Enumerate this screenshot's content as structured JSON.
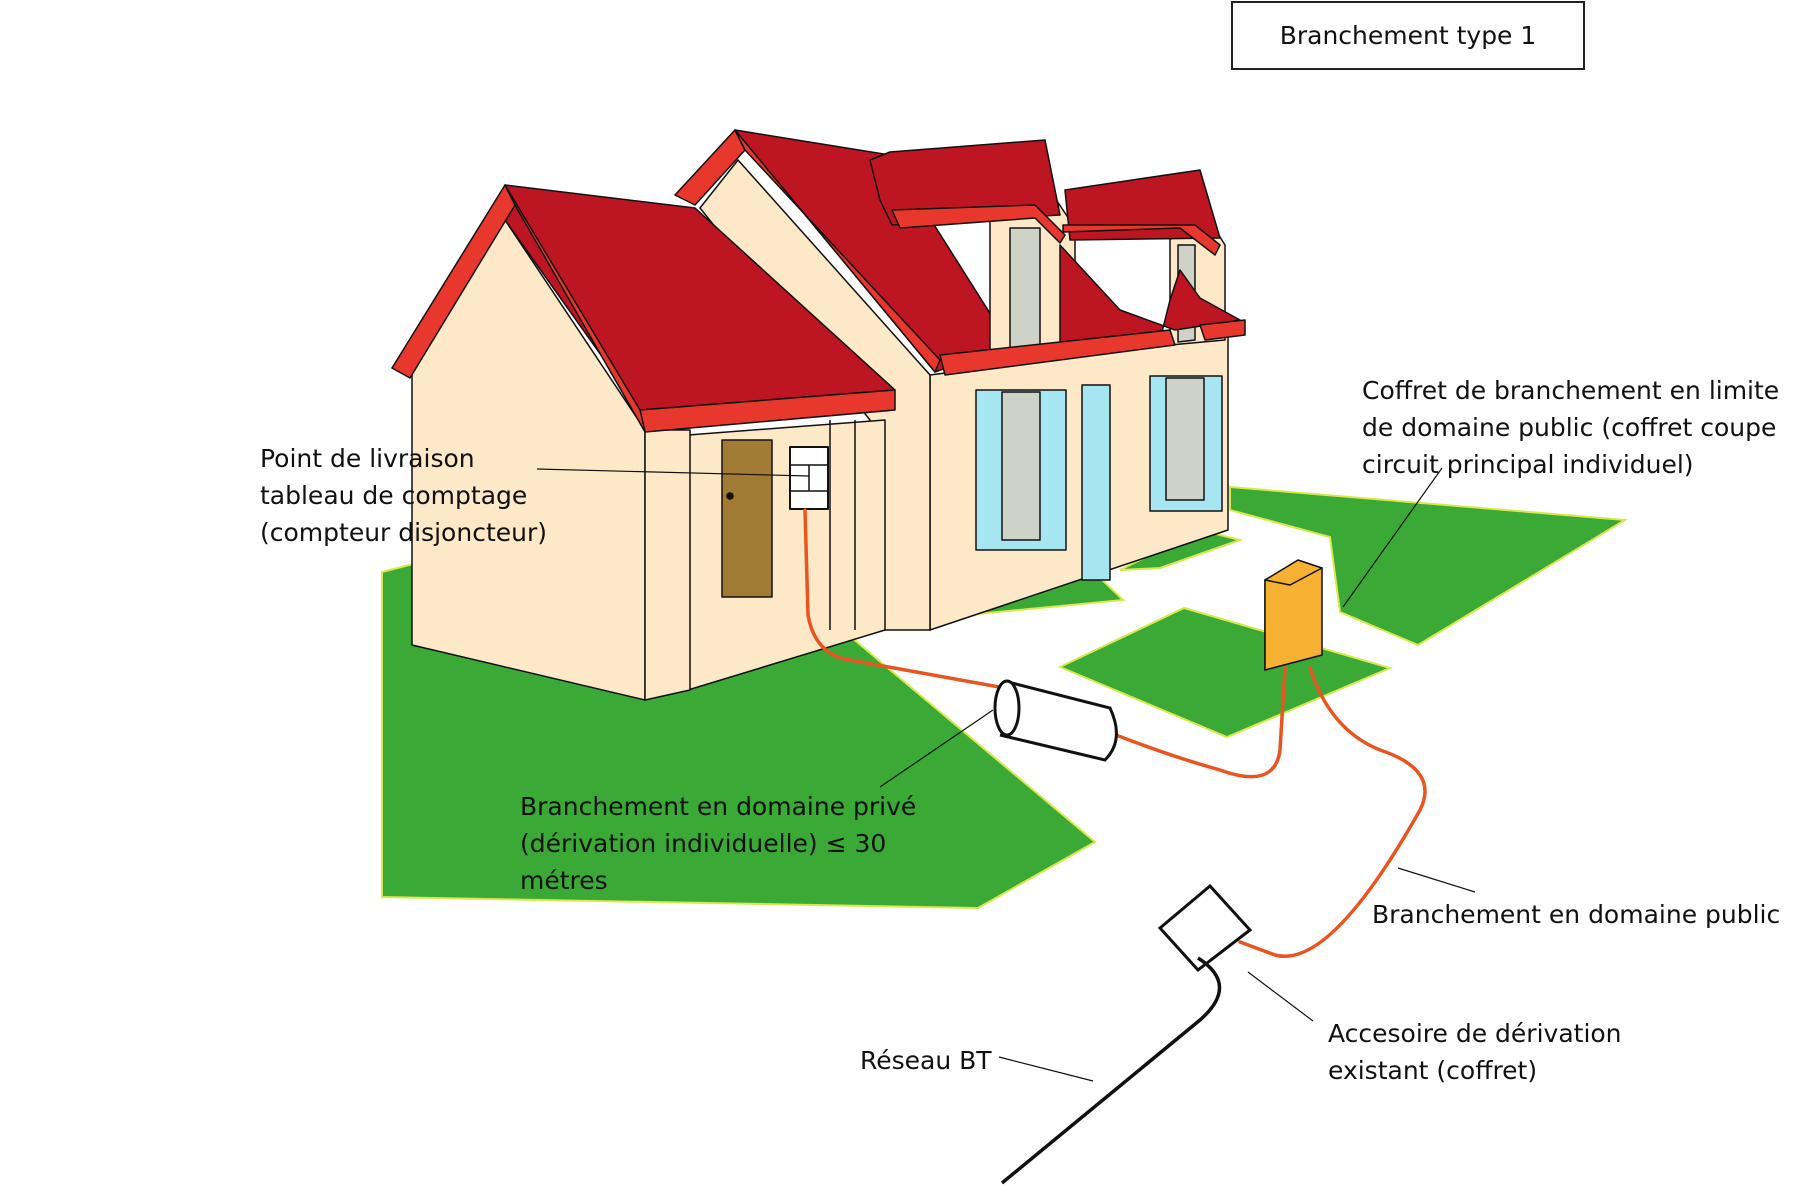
{
  "title": "Branchement type 1",
  "labels": {
    "point_livraison": [
      "Point de livraison",
      "tableau de comptage",
      "(compteur disjoncteur)"
    ],
    "coffret_limite": [
      "Coffret de branchement en limite",
      "de domaine public (coffret coupe",
      "circuit principal individuel)"
    ],
    "domaine_prive": [
      "Branchement en domaine privé",
      "(dérivation individuelle) ≤ 30",
      "métres"
    ],
    "domaine_public": [
      "Branchement en domaine public"
    ],
    "accessoire": [
      "Accesoire de dérivation",
      "existant (coffret)"
    ],
    "reseau": [
      "Réseau BT"
    ]
  },
  "colors": {
    "roof": "#bd1622",
    "roof_edge": "#e8382e",
    "wall": "#fde8c8",
    "grass": "#3aa935",
    "grass_edge": "#d6e84a",
    "window_blue": "#a6e6f2",
    "window_glass": "#cfd2c6",
    "door": "#a17a34",
    "coffret": "#f6b133",
    "cable": "#ea5420",
    "line": "#111111"
  }
}
